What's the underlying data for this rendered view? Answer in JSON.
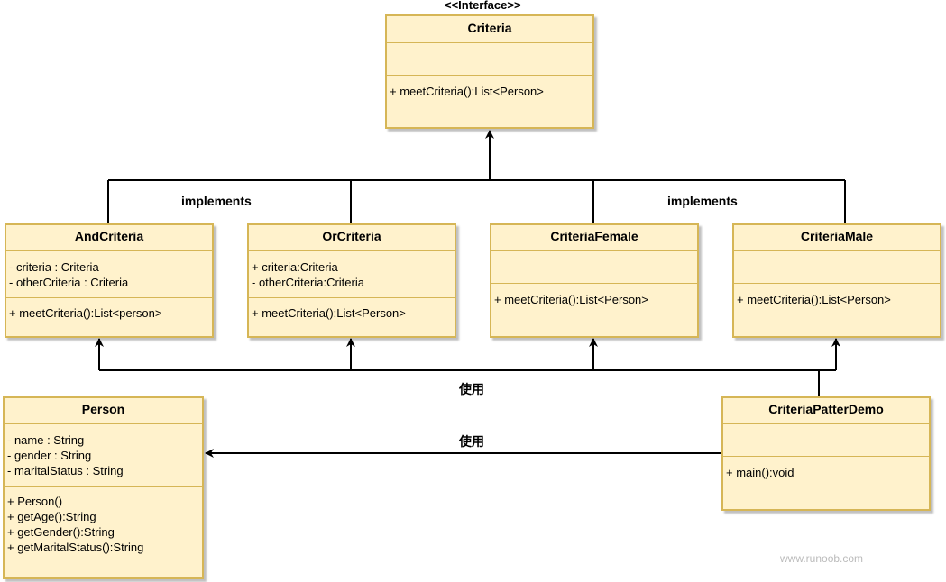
{
  "interface": {
    "stereotype": "<<Interface>>",
    "name": "Criteria",
    "methods": [
      "+ meetCriteria():List<Person>"
    ]
  },
  "classes": {
    "and_criteria": {
      "name": "AndCriteria",
      "attributes": [
        "- criteria : Criteria",
        "- otherCriteria : Criteria"
      ],
      "methods": [
        "+ meetCriteria():List<person>"
      ]
    },
    "or_criteria": {
      "name": "OrCriteria",
      "attributes": [
        "+ criteria:Criteria",
        "- otherCriteria:Criteria"
      ],
      "methods": [
        "+ meetCriteria():List<Person>"
      ]
    },
    "criteria_female": {
      "name": "CriteriaFemale",
      "methods": [
        "+ meetCriteria():List<Person>"
      ]
    },
    "criteria_male": {
      "name": "CriteriaMale",
      "methods": [
        "+ meetCriteria():List<Person>"
      ]
    },
    "person": {
      "name": "Person",
      "attributes": [
        "- name : String",
        "- gender : String",
        "- maritalStatus : String"
      ],
      "methods": [
        "+ Person()",
        "+ getAge():String",
        "+ getGender():String",
        "+ getMaritalStatus():String"
      ]
    },
    "demo": {
      "name": "CriteriaPatterDemo",
      "methods": [
        "+ main():void"
      ]
    }
  },
  "labels": {
    "implements_left": "implements",
    "implements_right": "implements",
    "use_upper": "使用",
    "use_lower": "使用"
  },
  "watermark": "www.runoob.com",
  "colors": {
    "box_fill": "#fff2cc",
    "box_border": "#d6b656",
    "line": "#000000"
  }
}
